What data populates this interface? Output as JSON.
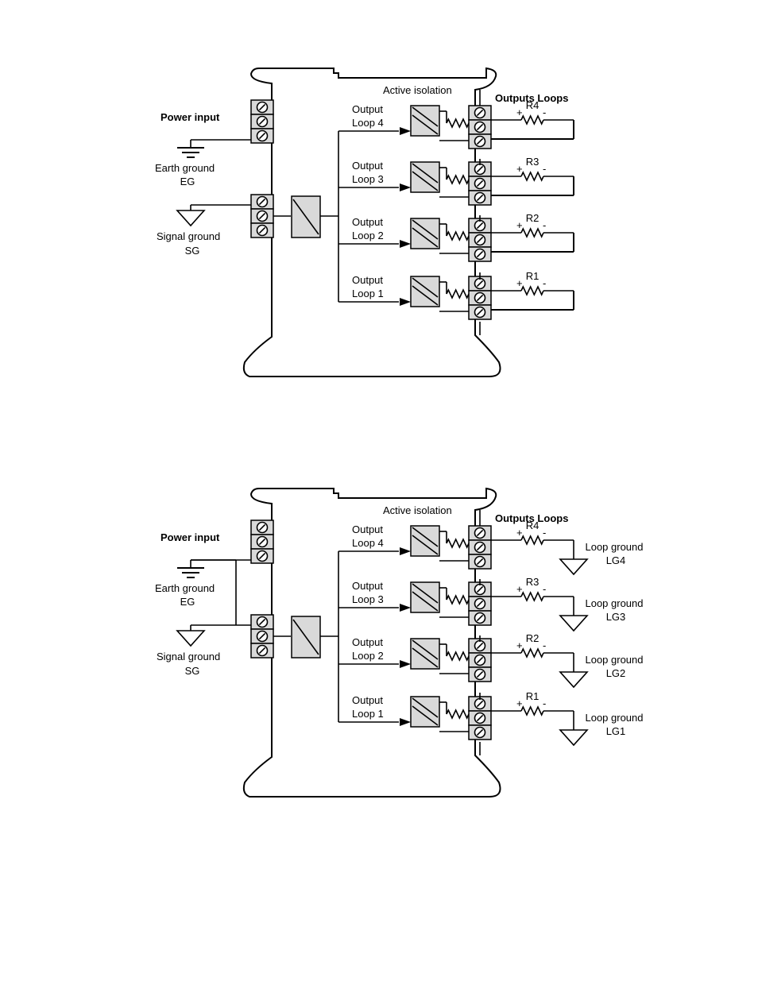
{
  "diagrams": [
    {
      "id": "isolated-loops",
      "power_input": "Power input",
      "earth_ground": [
        "Earth ground",
        "EG"
      ],
      "signal_ground": [
        "Signal ground",
        "SG"
      ],
      "active_isolation": "Active isolation",
      "outputs_header": "Outputs Loops",
      "loops": [
        {
          "name": [
            "Output",
            "Loop 4"
          ],
          "resistor": "R4",
          "plus": "+",
          "minus": "-"
        },
        {
          "name": [
            "Output",
            "Loop 3"
          ],
          "resistor": "R3",
          "plus": "+",
          "minus": "-"
        },
        {
          "name": [
            "Output",
            "Loop 2"
          ],
          "resistor": "R2",
          "plus": "+",
          "minus": "-"
        },
        {
          "name": [
            "Output",
            "Loop 1"
          ],
          "resistor": "R1",
          "plus": "+",
          "minus": "-"
        }
      ]
    },
    {
      "id": "grounded-loops",
      "power_input": "Power input",
      "earth_ground": [
        "Earth ground",
        "EG"
      ],
      "signal_ground": [
        "Signal ground",
        "SG"
      ],
      "active_isolation": "Active isolation",
      "outputs_header": "Outputs Loops",
      "loops": [
        {
          "name": [
            "Output",
            "Loop 4"
          ],
          "resistor": "R4",
          "plus": "+",
          "minus": "-",
          "ground": [
            "Loop ground",
            "LG4"
          ]
        },
        {
          "name": [
            "Output",
            "Loop 3"
          ],
          "resistor": "R3",
          "plus": "+",
          "minus": "-",
          "ground": [
            "Loop ground",
            "LG3"
          ]
        },
        {
          "name": [
            "Output",
            "Loop 2"
          ],
          "resistor": "R2",
          "plus": "+",
          "minus": "-",
          "ground": [
            "Loop ground",
            "LG2"
          ]
        },
        {
          "name": [
            "Output",
            "Loop 1"
          ],
          "resistor": "R1",
          "plus": "+",
          "minus": "-",
          "ground": [
            "Loop ground",
            "LG1"
          ]
        }
      ]
    }
  ],
  "colors": {
    "component_fill": "#d9d9d9",
    "line": "#000000",
    "background": "#ffffff"
  }
}
